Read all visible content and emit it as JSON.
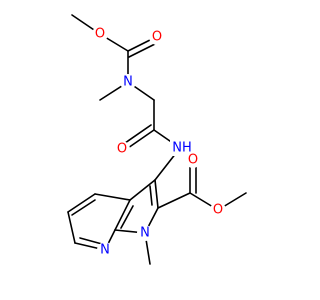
{
  "colors": {
    "bond": "#000000",
    "oxygen": "#ff0000",
    "nitrogen": "#0000ff",
    "background": "#ffffff"
  },
  "atom_labels": {
    "o_methoxy_top": "O",
    "o_carbonyl_carbamate": "O",
    "n_carbamate": "N",
    "o_amide": "O",
    "nh_amide": "NH",
    "o_ester_carbonyl": "O",
    "o_ester_methoxy": "O",
    "n_pyridine": "N",
    "n_pyrrole": "N"
  }
}
